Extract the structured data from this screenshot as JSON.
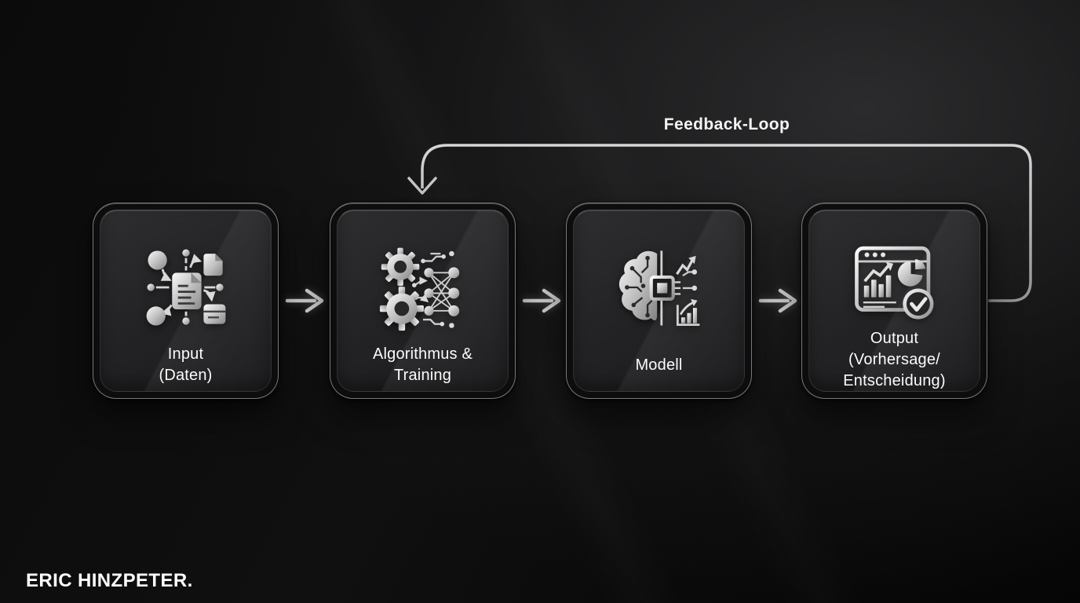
{
  "colors": {
    "background": "#0b0b0b",
    "panel": "#232325",
    "box_border": "#c8c8c8",
    "text": "#fbfbfb",
    "flow_arrow": "#c9c9c9",
    "loop_arrow": "#b9b9b9",
    "icon_silver": "#c2c2c2"
  },
  "feedback_loop": {
    "label": "Feedback-Loop"
  },
  "nodes": [
    {
      "id": "input",
      "icon": "data-flow-icon",
      "lines": [
        "Input",
        "(Daten)"
      ]
    },
    {
      "id": "algorithm-training",
      "icon": "gears-network-icon",
      "lines": [
        "Algorithmus &",
        "Training"
      ]
    },
    {
      "id": "model",
      "icon": "brain-chip-icon",
      "lines": [
        "Modell"
      ]
    },
    {
      "id": "output",
      "icon": "report-dashboard-icon",
      "lines": [
        "Output",
        "(Vorhersage/",
        "Entscheidung)"
      ]
    }
  ],
  "watermark": {
    "text": "ERIC HINZPETER."
  }
}
